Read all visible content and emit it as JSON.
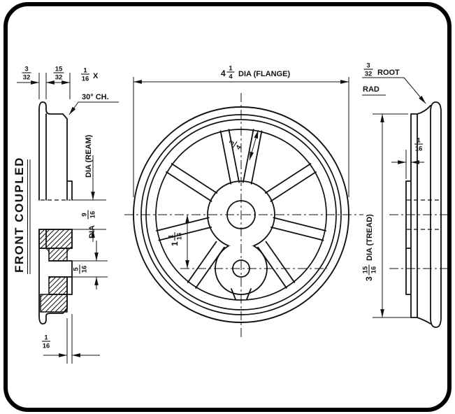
{
  "view_label": "FRONT COUPLED",
  "dims": {
    "flange_width": {
      "num": "3",
      "den": "32"
    },
    "tread_width": {
      "num": "15",
      "den": "32"
    },
    "chamfer": {
      "num": "1",
      "den": "16",
      "x": "X",
      "angle": "30° CH."
    },
    "flange_dia": {
      "whole": "4",
      "num": "1",
      "den": "4",
      "label": "DIA (FLANGE)"
    },
    "root_rad": {
      "num": "3",
      "den": "32",
      "word1": "ROOT",
      "word2": "RAD"
    },
    "rim_depth": {
      "num": "3",
      "den": "4"
    },
    "crank_throw": {
      "whole": "1",
      "num": "1",
      "den": "16"
    },
    "bore": {
      "num": "9",
      "den": "16",
      "label": "DIA (REAM)"
    },
    "crankpin": {
      "num": "5",
      "den": "16",
      "label": "DIA"
    },
    "flange_tip": {
      "num": "1",
      "den": "16"
    },
    "tread_dia": {
      "whole": "3",
      "num": "15",
      "den": "16",
      "label": "DIA (TREAD)"
    },
    "rim_thickness": {
      "num": "1",
      "den": "16"
    }
  }
}
